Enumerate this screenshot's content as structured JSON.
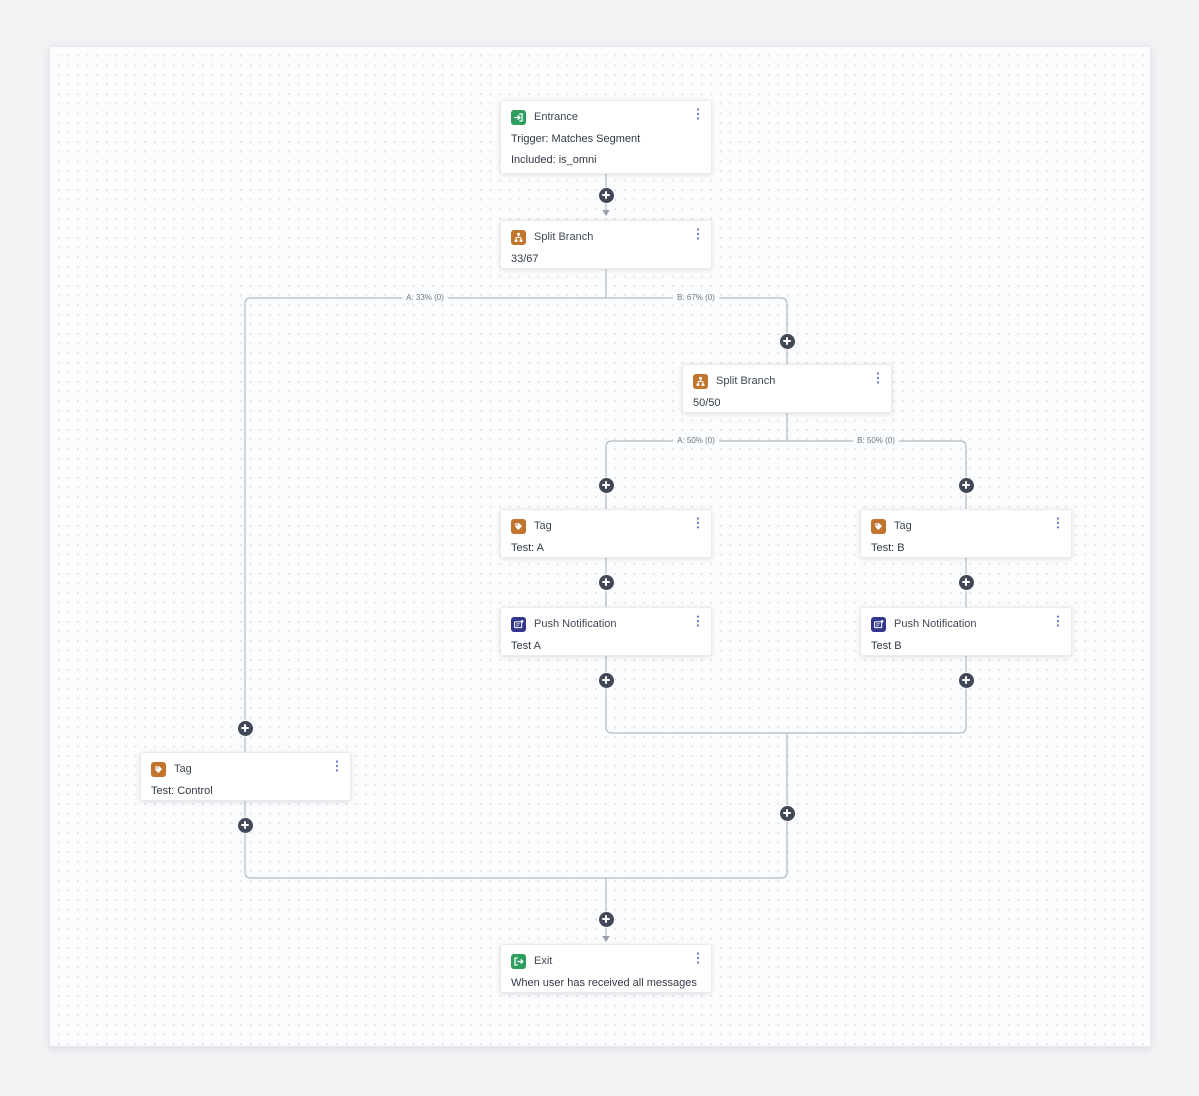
{
  "app": {
    "view": "journey-canvas"
  },
  "colors": {
    "page_background": "#f2f3f5",
    "canvas_background": "#fbfcfd",
    "grid_dot": "#dfe2e7",
    "connector": "#b4bac4",
    "plus_button": "#414958",
    "menu_dots": "#4a54d1",
    "entrance_icon": "#2e9e5f",
    "exit_icon": "#2e9e5f",
    "split_icon": "#c0742c",
    "tag_icon": "#c0742c",
    "push_icon": "#33378d"
  },
  "nodes": {
    "entrance": {
      "title": "Entrance",
      "line1": "Trigger: Matches Segment",
      "line2": "Included: is_omni"
    },
    "split1": {
      "title": "Split Branch",
      "line1": "33/67"
    },
    "split2": {
      "title": "Split Branch",
      "line1": "50/50"
    },
    "tag_a": {
      "title": "Tag",
      "line1": "Test: A"
    },
    "tag_b": {
      "title": "Tag",
      "line1": "Test: B"
    },
    "push_a": {
      "title": "Push Notification",
      "line1": "Test A"
    },
    "push_b": {
      "title": "Push Notification",
      "line1": "Test B"
    },
    "tag_control": {
      "title": "Tag",
      "line1": "Test: Control"
    },
    "exit": {
      "title": "Exit",
      "line1": "When user has received all messages"
    }
  },
  "branch_labels": {
    "split1_a": "A: 33% (0)",
    "split1_b": "B: 67% (0)",
    "split2_a": "A: 50% (0)",
    "split2_b": "B: 50% (0)"
  }
}
